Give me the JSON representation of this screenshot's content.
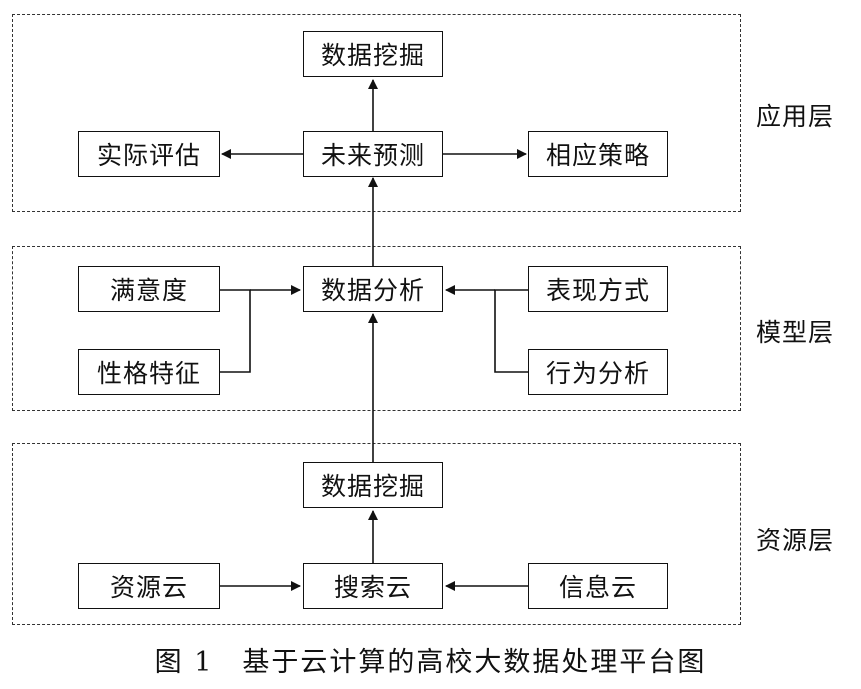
{
  "layers": {
    "application": {
      "label": "应用层",
      "nodes": {
        "mining": "数据挖掘",
        "future": "未来预测",
        "actual": "实际评估",
        "strategy": "相应策略"
      }
    },
    "model": {
      "label": "模型层",
      "nodes": {
        "satisfaction": "满意度",
        "personality": "性格特征",
        "analysis": "数据分析",
        "performance": "表现方式",
        "behavior": "行为分析"
      }
    },
    "resource": {
      "label": "资源层",
      "nodes": {
        "mining": "数据挖掘",
        "resource_cloud": "资源云",
        "search_cloud": "搜索云",
        "info_cloud": "信息云"
      }
    }
  },
  "caption": "图 1　基于云计算的高校大数据处理平台图"
}
